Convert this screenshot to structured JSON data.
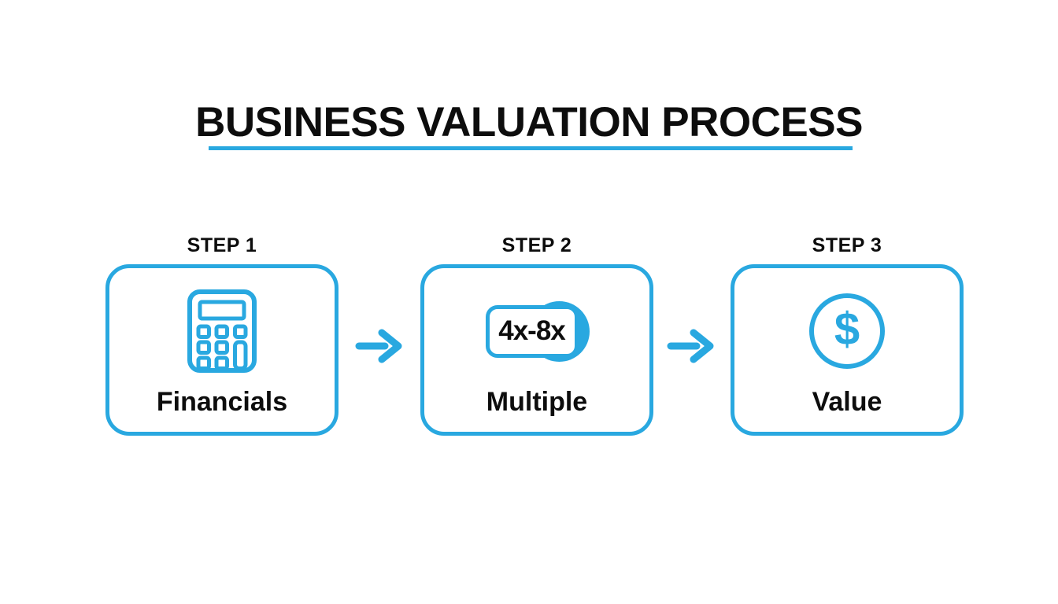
{
  "title": {
    "text": "BUSINESS VALUATION PROCESS"
  },
  "colors": {
    "accent": "#29A8E0",
    "text": "#0D0D0D",
    "background": "#FFFFFF"
  },
  "steps": [
    {
      "step_label": "STEP 1",
      "name": "Financials",
      "icon": "calculator-icon"
    },
    {
      "step_label": "STEP 2",
      "name": "Multiple",
      "icon": "multiple-badge-icon",
      "badge_text": "4x-8x"
    },
    {
      "step_label": "STEP 3",
      "name": "Value",
      "icon": "dollar-circle-icon",
      "icon_text": "$"
    }
  ],
  "arrows": {
    "count": 2,
    "direction": "right"
  }
}
